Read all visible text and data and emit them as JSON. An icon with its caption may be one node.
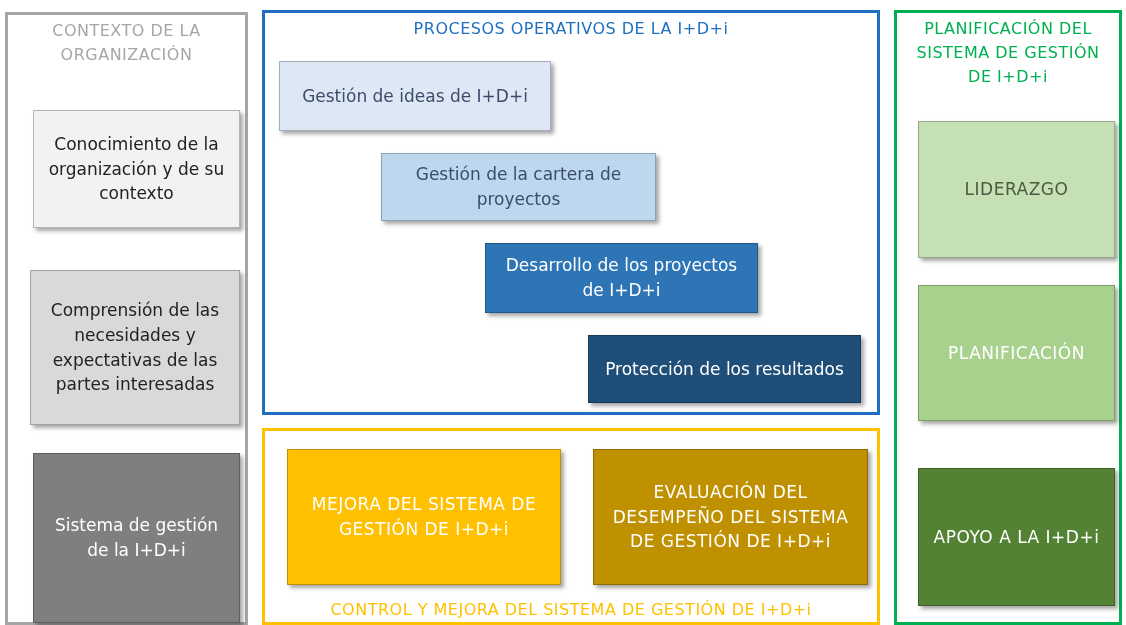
{
  "diagram": {
    "nodes": [
      {
        "text": [
          "CONTEXTO DE LA ORGANIZACIÓN"
        ]
      },
      {
        "text": [
          "Conocimiento de la organización y de su contexto"
        ],
        "in": 0
      },
      {
        "text": [
          "Comprensión de las necesidades y expectativas de las partes interesadas"
        ],
        "in": 0
      },
      {
        "text": [
          "Sistema de gestión de la I+D+i"
        ],
        "in": 0
      },
      {
        "text": [
          "PROCESOS OPERATIVOS DE LA I+D+i"
        ]
      },
      {
        "text": [
          "Gestión de ideas de I+D+i"
        ],
        "in": 4
      },
      {
        "text": [
          "Gestión de la cartera de proyectos"
        ],
        "in": 4
      },
      {
        "text": [
          "Desarrollo de los proyectos de I+D+i"
        ],
        "in": 4
      },
      {
        "text": [
          "Protección de los resultados"
        ],
        "in": 4
      },
      {
        "text": [
          "CONTROL Y MEJORA DEL SISTEMA DE GESTIÓN DE I+D+i"
        ]
      },
      {
        "text": [
          "MEJORA DEL SISTEMA DE GESTIÓN DE I+D+i"
        ],
        "in": 9
      },
      {
        "text": [
          "EVALUACIÓN DEL DESEMPEÑO DEL SISTEMA DE GESTIÓN DE I+D+i"
        ],
        "in": 9
      },
      {
        "text": [
          "PLANIFICACIÓN DEL SISTEMA DE GESTIÓN DE I+D+i"
        ]
      },
      {
        "text": [
          "LIDERAZGO"
        ],
        "in": 12
      },
      {
        "text": [
          "PLANIFICACIÓN"
        ],
        "in": 12
      },
      {
        "text": [
          "APOYO A LA I+D+i"
        ],
        "in": 12
      }
    ]
  }
}
